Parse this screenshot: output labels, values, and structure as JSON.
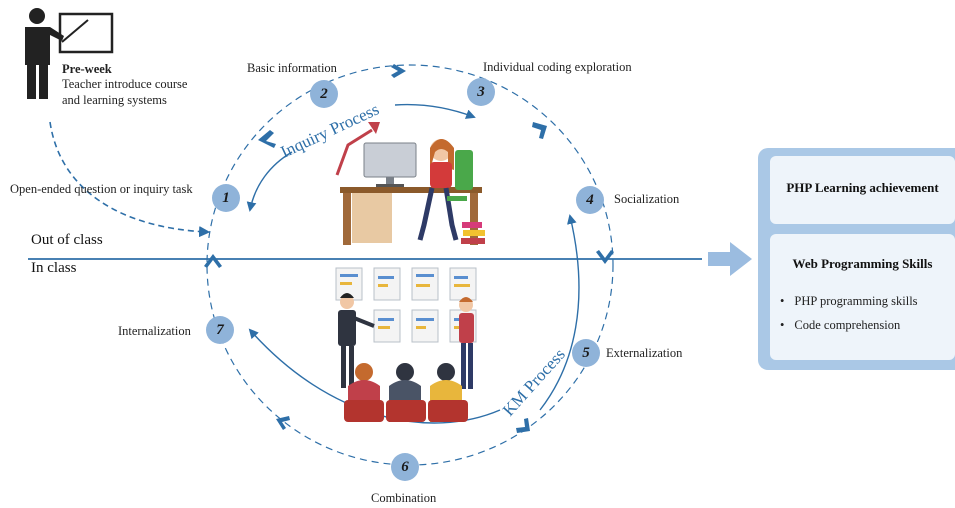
{
  "pre_week": {
    "title": "Pre-week",
    "line1": "Teacher introduce course",
    "line2": "and learning systems"
  },
  "divider": {
    "out_of_class": "Out of class",
    "in_class": "In class"
  },
  "cycles": {
    "inquiry": "Inquiry Process",
    "km": "KM Process"
  },
  "steps": [
    {
      "num": "1",
      "label": "Open-ended question or inquiry task"
    },
    {
      "num": "2",
      "label": "Basic information"
    },
    {
      "num": "3",
      "label": "Individual coding exploration"
    },
    {
      "num": "4",
      "label": "Socialization"
    },
    {
      "num": "5",
      "label": "Externalization"
    },
    {
      "num": "6",
      "label": "Combination"
    },
    {
      "num": "7",
      "label": "Internalization"
    }
  ],
  "outcomes": {
    "achievement": "PHP Learning achievement",
    "skills_title": "Web Programming Skills",
    "skills": [
      "PHP programming skills",
      "Code comprehension"
    ]
  },
  "colors": {
    "accent": "#2e6fa8",
    "node": "#8fb3d9",
    "panel": "#aac8e6",
    "arrow": "#9bbce0"
  }
}
